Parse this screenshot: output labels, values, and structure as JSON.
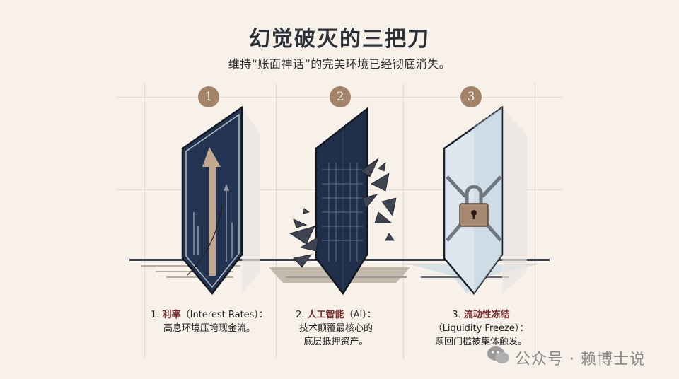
{
  "header": {
    "title": "幻觉破灭的三把刀",
    "subtitle": "维持“账面神话”的完美环境已经彻底消失。"
  },
  "blades": [
    {
      "number": "1",
      "index_label": "1.",
      "title_cn": "利率",
      "title_en": "（Interest Rates）：",
      "description_lines": [
        "高息环境压垮现金流。"
      ],
      "icon": "rising-arrow-icon"
    },
    {
      "number": "2",
      "index_label": "2.",
      "title_cn": "人工智能",
      "title_en": "（AI）：",
      "description_lines": [
        "技术颠覆最核心的",
        "底层抵押资产。"
      ],
      "icon": "shattered-grid-icon"
    },
    {
      "number": "3",
      "index_label": "3.",
      "title_cn": "流动性冻结",
      "title_en": "（Liquidity Freeze）：",
      "description_lines": [
        "赎回门槛被集体触发。"
      ],
      "icon": "padlock-chain-icon"
    }
  ],
  "watermark": {
    "icon": "wechat-icon",
    "text": "公众号 · 赖博士说"
  },
  "colors": {
    "background": "#f7f1ea",
    "badge": "#a38468",
    "blade_dark": "#1f2f4a",
    "highlight_text": "#7a2b2b",
    "ice": "#dbe6ee"
  }
}
